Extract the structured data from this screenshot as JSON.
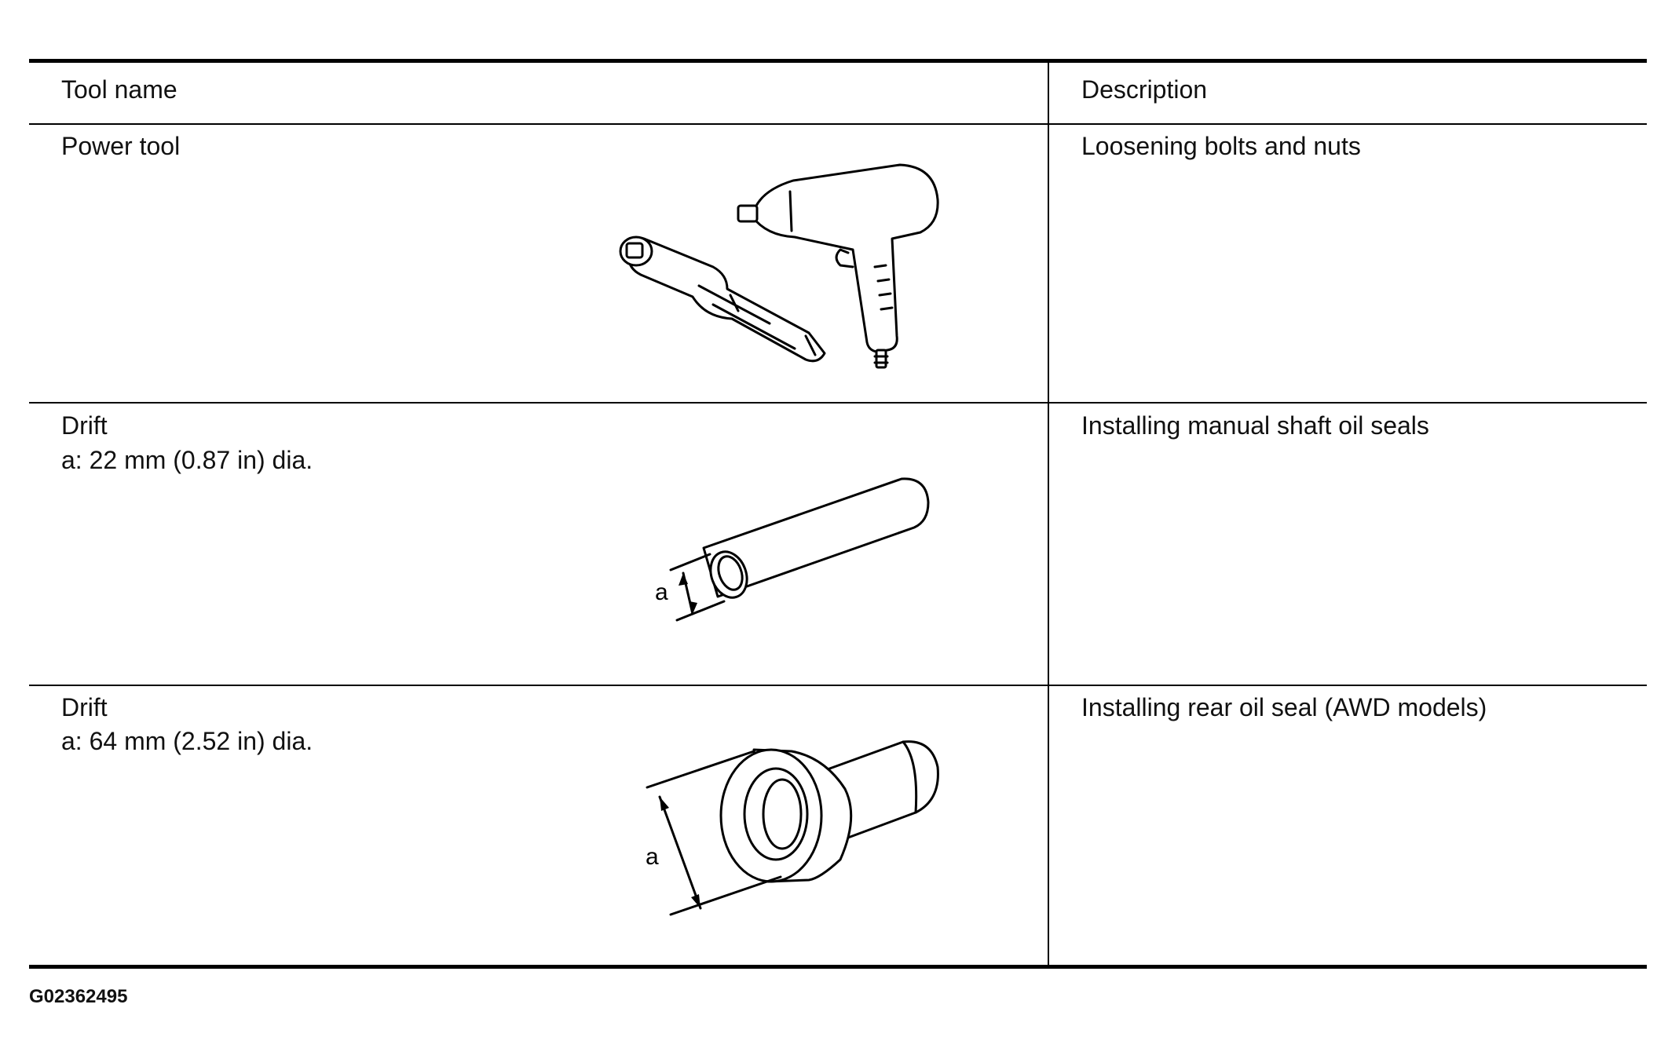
{
  "table": {
    "headers": {
      "tool_name": "Tool name",
      "description": "Description"
    },
    "rows": [
      {
        "name": "Power tool",
        "description": "Loosening bolts and nuts"
      },
      {
        "name": "Drift",
        "dimension": "a: 22 mm (0.87 in) dia.",
        "label": "a",
        "description": "Installing manual shaft oil seals"
      },
      {
        "name": "Drift",
        "dimension": "a: 64 mm (2.52 in) dia.",
        "label": "a",
        "description": "Installing rear oil seal (AWD models)"
      }
    ]
  },
  "figure_id": "G02362495"
}
